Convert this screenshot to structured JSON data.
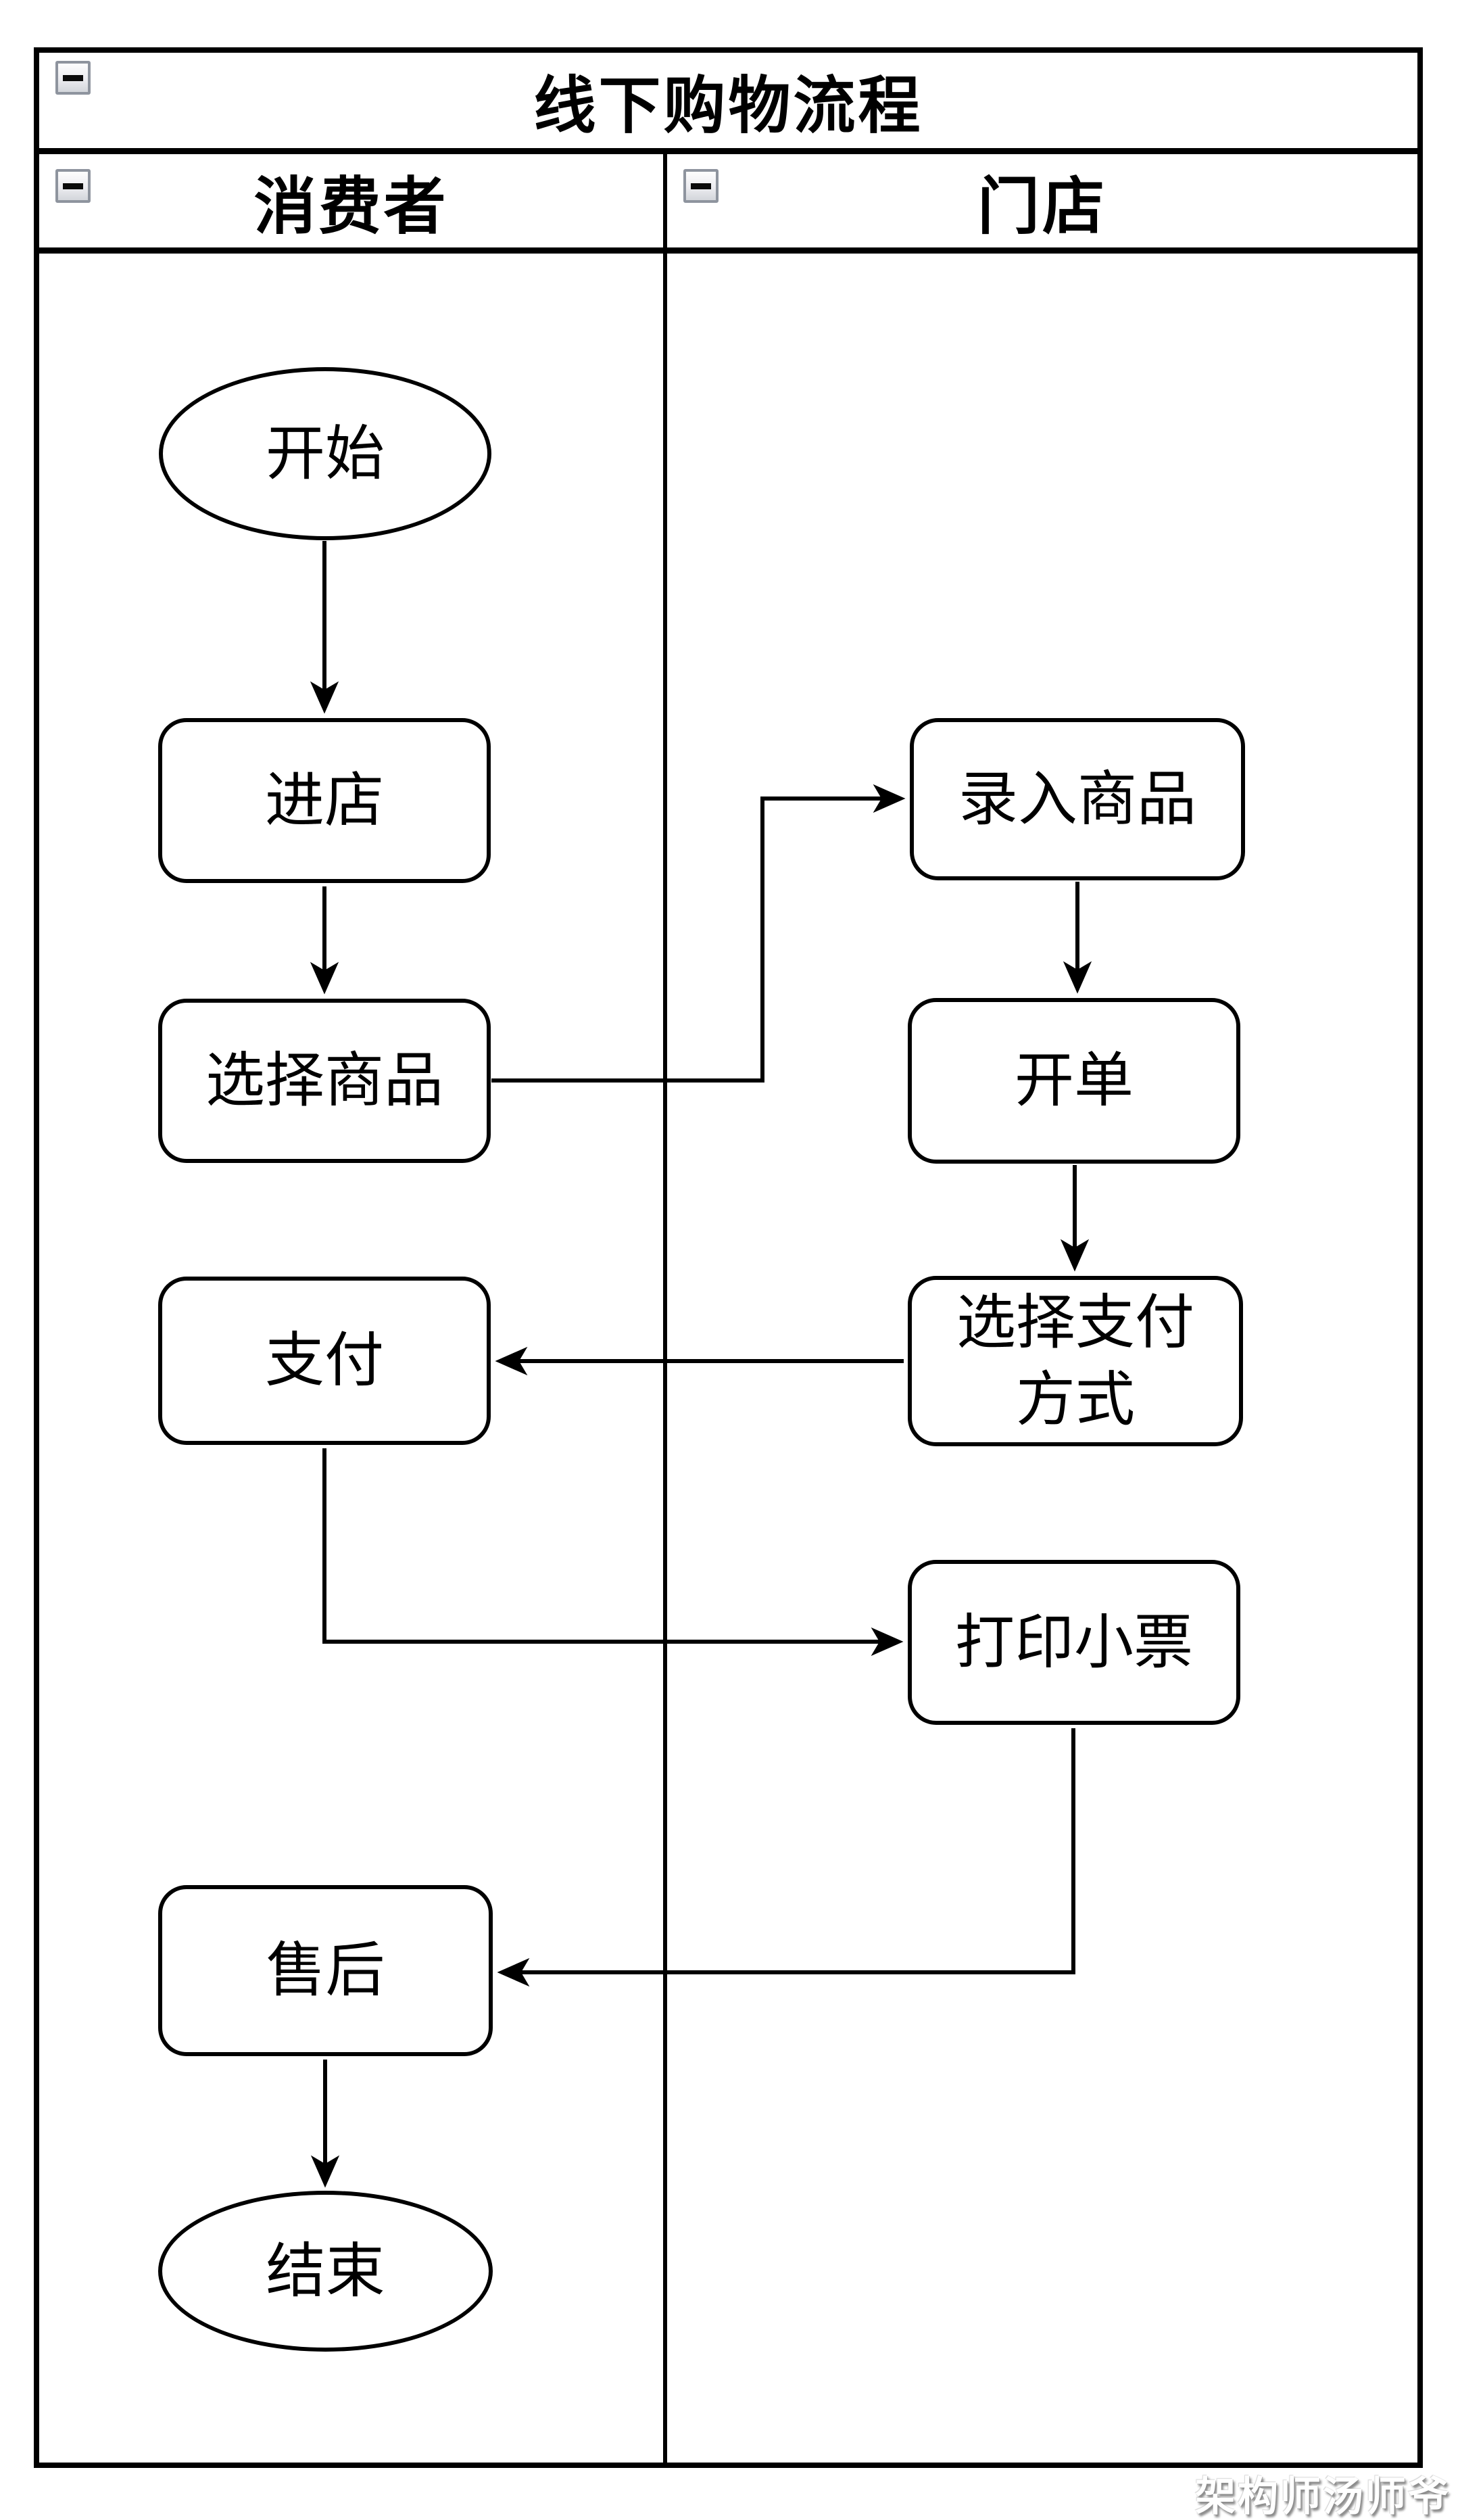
{
  "diagram": {
    "title": "线下购物流程",
    "lanes": [
      {
        "label": "消费者"
      },
      {
        "label": "门店"
      }
    ],
    "nodes": [
      {
        "id": "start",
        "label": "开始",
        "shape": "ellipse",
        "lane": "消费者"
      },
      {
        "id": "enter-store",
        "label": "进店",
        "shape": "rounded-rect",
        "lane": "消费者"
      },
      {
        "id": "select-goods",
        "label": "选择商品",
        "shape": "rounded-rect",
        "lane": "消费者"
      },
      {
        "id": "record-goods",
        "label": "录入商品",
        "shape": "rounded-rect",
        "lane": "门店"
      },
      {
        "id": "create-order",
        "label": "开单",
        "shape": "rounded-rect",
        "lane": "门店"
      },
      {
        "id": "choose-payment-method",
        "label": "选择支付方式",
        "shape": "rounded-rect",
        "lane": "门店"
      },
      {
        "id": "pay",
        "label": "支付",
        "shape": "rounded-rect",
        "lane": "消费者"
      },
      {
        "id": "print-receipt",
        "label": "打印小票",
        "shape": "rounded-rect",
        "lane": "门店"
      },
      {
        "id": "after-sales",
        "label": "售后",
        "shape": "rounded-rect",
        "lane": "消费者"
      },
      {
        "id": "end",
        "label": "结束",
        "shape": "ellipse",
        "lane": "消费者"
      }
    ],
    "edges": [
      {
        "from": "start",
        "to": "enter-store"
      },
      {
        "from": "enter-store",
        "to": "select-goods"
      },
      {
        "from": "select-goods",
        "to": "record-goods"
      },
      {
        "from": "record-goods",
        "to": "create-order"
      },
      {
        "from": "create-order",
        "to": "choose-payment-method"
      },
      {
        "from": "choose-payment-method",
        "to": "pay"
      },
      {
        "from": "pay",
        "to": "print-receipt"
      },
      {
        "from": "print-receipt",
        "to": "after-sales"
      },
      {
        "from": "after-sales",
        "to": "end"
      }
    ],
    "colors": {
      "stroke": "#000000",
      "fill": "#ffffff",
      "collapse_button_border": "#8e949e"
    }
  },
  "watermark": {
    "text": "架构师汤师爷"
  }
}
